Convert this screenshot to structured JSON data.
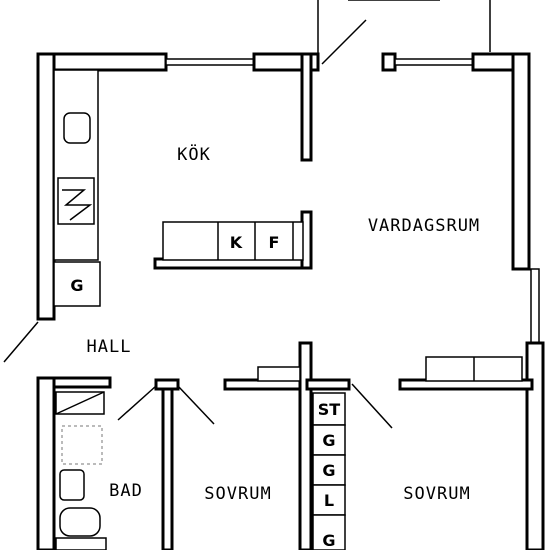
{
  "rooms": {
    "kok": "KÖK",
    "vardagsrum": "VARDAGSRUM",
    "hall": "HALL",
    "bad": "BAD",
    "sovrum_left": "SOVRUM",
    "sovrum_right": "SOVRUM"
  },
  "fixtures": {
    "kitchen_k": "K",
    "kitchen_f": "F",
    "hall_g": "G",
    "closet": [
      "ST",
      "G",
      "G",
      "L",
      "G"
    ]
  },
  "colors": {
    "ink": "#000000",
    "paper": "#ffffff"
  }
}
